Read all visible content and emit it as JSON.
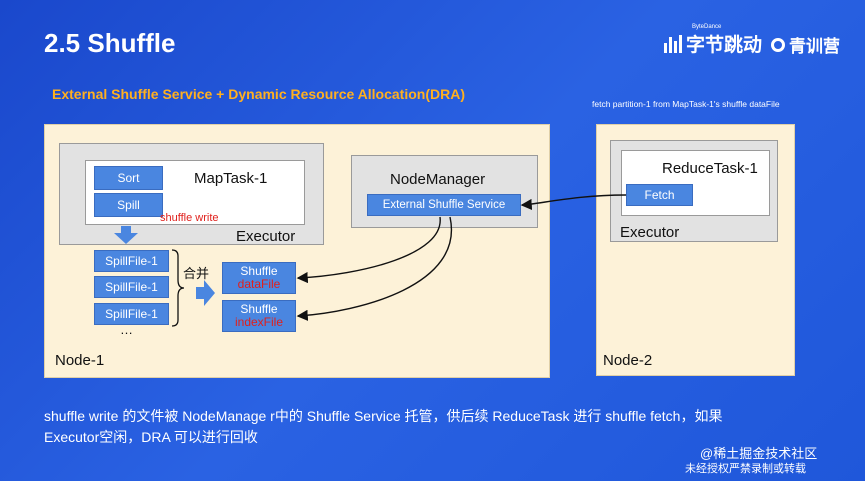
{
  "header": {
    "title": "2.5  Shuffle",
    "logo_bytedance_small": "ByteDance",
    "logo_bytedance": "字节跳动",
    "logo_qingxunying": "青训营"
  },
  "subtitle": "External Shuffle Service + Dynamic Resource Allocation(DRA)",
  "fetch_note": "fetch partition-1 from MapTask-1's shuffle dataFile",
  "node1": {
    "label": "Node-1",
    "executor_label": "Executor",
    "maptask_label": "MapTask-1",
    "sort_label": "Sort",
    "spill_label": "Spill",
    "shuffle_write_label": "shuffle write",
    "spillfiles": [
      "SpillFile-1",
      "SpillFile-1",
      "SpillFile-1"
    ],
    "ellipsis": "…",
    "merge_label": "合并",
    "shuffle_data": {
      "line1": "Shuffle",
      "line2": "dataFile"
    },
    "shuffle_index": {
      "line1": "Shuffle",
      "line2": "indexFile"
    },
    "nodemanager_label": "NodeManager",
    "ess_label": "External Shuffle Service"
  },
  "node2": {
    "label": "Node-2",
    "executor_label": "Executor",
    "reducetask_label": "ReduceTask-1",
    "fetch_label": "Fetch"
  },
  "bottom_text": {
    "line1": "shuffle write 的文件被 NodeManage r中的 Shuffle Service 托管，供后续 ReduceTask 进行 shuffle fetch，如果",
    "line2": "Executor空闲，DRA 可以进行回收"
  },
  "watermark": {
    "line1": "@稀土掘金技术社区",
    "line2": "未经授权严禁录制或转载"
  },
  "colors": {
    "background": "#1f53d6",
    "subtitle": "#ffb020",
    "node_bg": "#fdf2d8",
    "box_blue": "#4a86e0",
    "red_text": "#e0201c"
  }
}
